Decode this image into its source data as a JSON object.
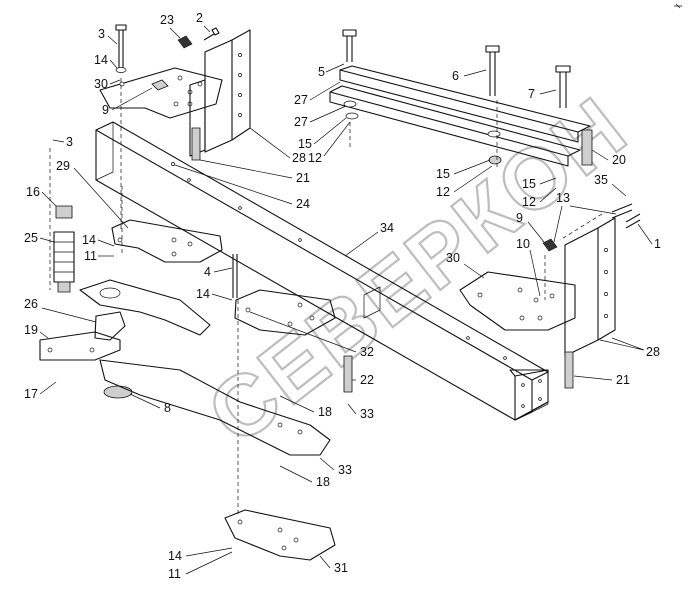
{
  "diagram": {
    "watermark": "СЕВЕРКОН",
    "callouts": [
      {
        "id": "c23a",
        "text": "23"
      },
      {
        "id": "c2",
        "text": "2"
      },
      {
        "id": "c3a",
        "text": "3"
      },
      {
        "id": "c14a",
        "text": "14"
      },
      {
        "id": "c30a",
        "text": "30"
      },
      {
        "id": "c9a",
        "text": "9"
      },
      {
        "id": "c3b",
        "text": "3"
      },
      {
        "id": "c29",
        "text": "29"
      },
      {
        "id": "c16",
        "text": "16"
      },
      {
        "id": "c25",
        "text": "25"
      },
      {
        "id": "c14b",
        "text": "14"
      },
      {
        "id": "c11a",
        "text": "11"
      },
      {
        "id": "c26",
        "text": "26"
      },
      {
        "id": "c19",
        "text": "19"
      },
      {
        "id": "c17",
        "text": "17"
      },
      {
        "id": "c8",
        "text": "8"
      },
      {
        "id": "c4",
        "text": "4"
      },
      {
        "id": "c14c",
        "text": "14"
      },
      {
        "id": "c32",
        "text": "32"
      },
      {
        "id": "c22",
        "text": "22"
      },
      {
        "id": "c33a",
        "text": "33"
      },
      {
        "id": "c18a",
        "text": "18"
      },
      {
        "id": "c33b",
        "text": "33"
      },
      {
        "id": "c18b",
        "text": "18"
      },
      {
        "id": "c14d",
        "text": "14"
      },
      {
        "id": "c11b",
        "text": "11"
      },
      {
        "id": "c31",
        "text": "31"
      },
      {
        "id": "c5",
        "text": "5"
      },
      {
        "id": "c27a",
        "text": "27"
      },
      {
        "id": "c27b",
        "text": "27"
      },
      {
        "id": "c15a",
        "text": "15"
      },
      {
        "id": "c28a",
        "text": "28"
      },
      {
        "id": "c12a",
        "text": "12"
      },
      {
        "id": "c21a",
        "text": "21"
      },
      {
        "id": "c24",
        "text": "24"
      },
      {
        "id": "c6",
        "text": "6"
      },
      {
        "id": "c7",
        "text": "7"
      },
      {
        "id": "c20",
        "text": "20"
      },
      {
        "id": "c15b",
        "text": "15"
      },
      {
        "id": "c12b",
        "text": "12"
      },
      {
        "id": "c35",
        "text": "35"
      },
      {
        "id": "c15c",
        "text": "15"
      },
      {
        "id": "c12c",
        "text": "12"
      },
      {
        "id": "c13",
        "text": "13"
      },
      {
        "id": "c9b",
        "text": "9"
      },
      {
        "id": "c1",
        "text": "1"
      },
      {
        "id": "c34",
        "text": "34"
      },
      {
        "id": "c10",
        "text": "10"
      },
      {
        "id": "c30b",
        "text": "30"
      },
      {
        "id": "c28b",
        "text": "28"
      },
      {
        "id": "c21b",
        "text": "21"
      }
    ]
  }
}
